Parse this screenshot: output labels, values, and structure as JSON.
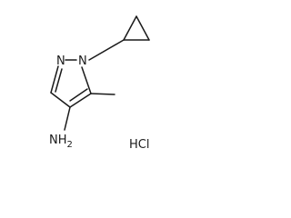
{
  "molecule": {
    "atoms": {
      "n1": "N",
      "n2": "N",
      "amine": "NH",
      "amine_sub": "2"
    },
    "salt": "HCl"
  }
}
